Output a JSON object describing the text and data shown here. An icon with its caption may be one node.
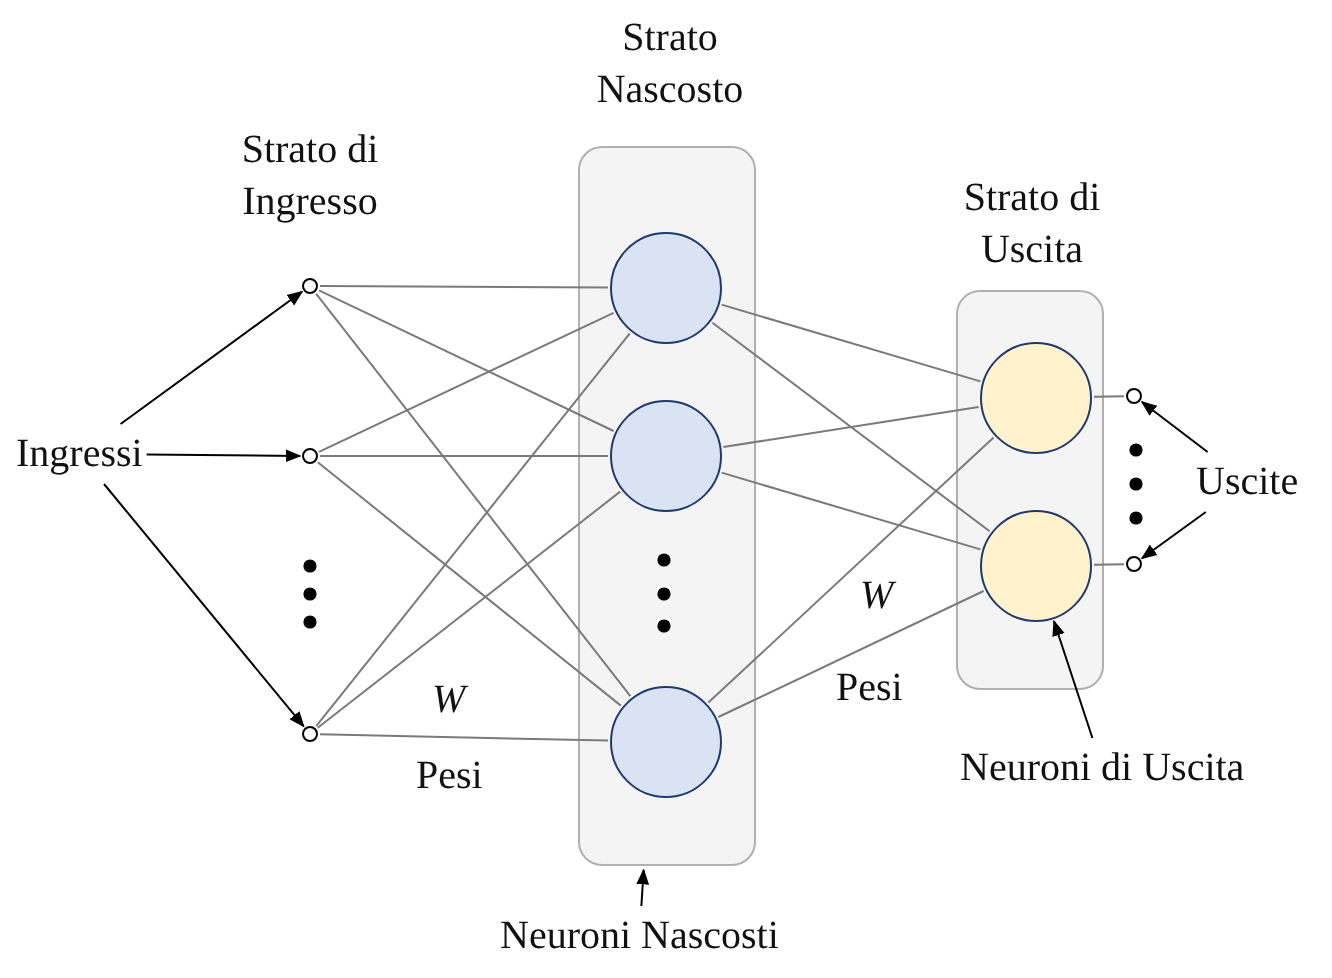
{
  "diagram": {
    "nodes": [
      {
        "text": [
          "Strato Nascosto"
        ]
      },
      {
        "text": [],
        "shape": "circle",
        "in": 0
      },
      {
        "text": [],
        "shape": "circle",
        "in": 0
      },
      {
        "text": [],
        "shape": "circle",
        "in": 0
      },
      {
        "text": [
          "Strato di Uscita"
        ]
      },
      {
        "text": [],
        "shape": "circle",
        "in": 4
      },
      {
        "text": [],
        "shape": "circle",
        "in": 4
      },
      {
        "text": [],
        "shape": "circle"
      },
      {
        "text": [],
        "shape": "circle"
      },
      {
        "text": [],
        "shape": "circle"
      },
      {
        "text": [],
        "shape": "circle"
      },
      {
        "text": [],
        "shape": "circle"
      },
      {
        "text": [
          "Ingressi"
        ]
      },
      {
        "text": [
          "Uscite"
        ]
      },
      {
        "text": [
          "Neuroni Nascosti"
        ]
      },
      {
        "text": [
          "Neuroni di Uscita"
        ]
      }
    ],
    "edges": [
      {
        "from": 7,
        "to": 1,
        "arrow": "none"
      },
      {
        "from": 7,
        "to": 2,
        "arrow": "none"
      },
      {
        "from": 7,
        "to": 3,
        "arrow": "none"
      },
      {
        "from": 8,
        "to": 1,
        "arrow": "none"
      },
      {
        "from": 8,
        "to": 2,
        "arrow": "none"
      },
      {
        "from": 8,
        "to": 3,
        "arrow": "none"
      },
      {
        "from": 9,
        "to": 1,
        "arrow": "none"
      },
      {
        "from": 9,
        "to": 2,
        "arrow": "none"
      },
      {
        "from": 9,
        "to": 3,
        "arrow": "none"
      },
      {
        "from": 1,
        "to": 5,
        "arrow": "none"
      },
      {
        "from": 1,
        "to": 6,
        "arrow": "none"
      },
      {
        "from": 2,
        "to": 5,
        "arrow": "none"
      },
      {
        "from": 2,
        "to": 6,
        "arrow": "none"
      },
      {
        "from": 3,
        "to": 5,
        "arrow": "none"
      },
      {
        "from": 3,
        "to": 6,
        "arrow": "none"
      },
      {
        "from": 5,
        "to": 10,
        "arrow": "none"
      },
      {
        "from": 6,
        "to": 11,
        "arrow": "none"
      },
      {
        "from": 12,
        "to": 7,
        "arrow": "to",
        "color": "#000000"
      },
      {
        "from": 12,
        "to": 8,
        "arrow": "to",
        "color": "#000000"
      },
      {
        "from": 12,
        "to": 9,
        "arrow": "to",
        "color": "#000000"
      },
      {
        "from": 13,
        "to": 10,
        "arrow": "to",
        "color": "#000000"
      },
      {
        "from": 13,
        "to": 11,
        "arrow": "to",
        "color": "#000000"
      },
      {
        "from": 14,
        "to": 0,
        "arrow": "to",
        "color": "#000000"
      },
      {
        "from": 15,
        "to": 6,
        "arrow": "to",
        "color": "#000000"
      }
    ],
    "labels": [
      "Strato di Ingresso",
      "W",
      "Pesi",
      "W",
      "Pesi"
    ]
  }
}
